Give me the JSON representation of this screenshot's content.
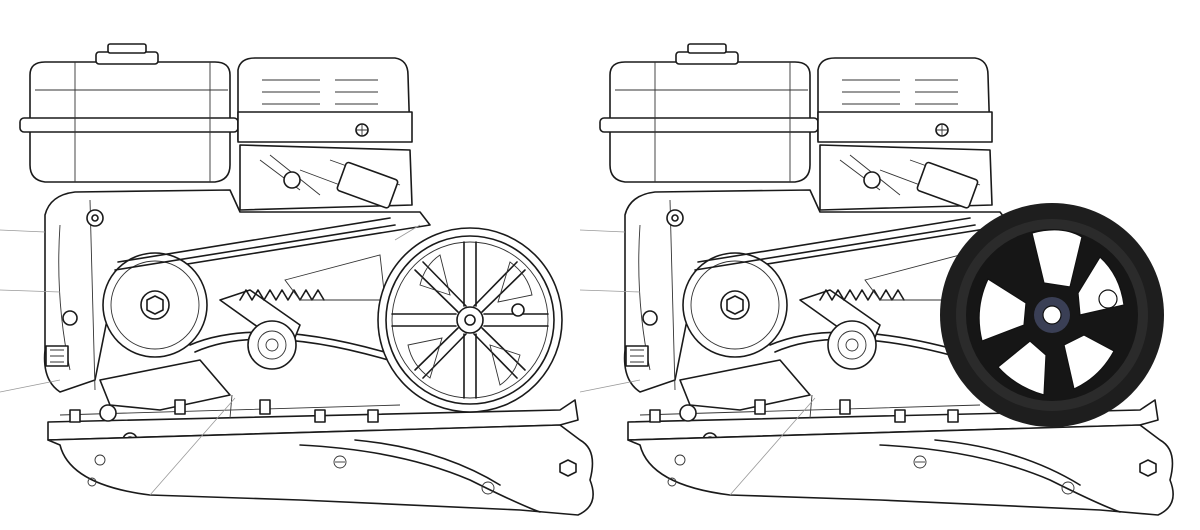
{
  "figure": {
    "panels": [
      {
        "id": "left",
        "wheel_style": "outline-drawing"
      },
      {
        "id": "right",
        "wheel_style": "solid-black-rubber"
      }
    ]
  },
  "colors": {
    "line": "#1a1a1a",
    "background": "#ffffff",
    "rubber_wheel": "#1e1e1e",
    "leader_lines": "#9a9a9a"
  },
  "icons": [
    "engine-fuel-tank-icon",
    "pulley-icon",
    "transport-wheel-icon",
    "belt-icon",
    "spring-icon"
  ]
}
